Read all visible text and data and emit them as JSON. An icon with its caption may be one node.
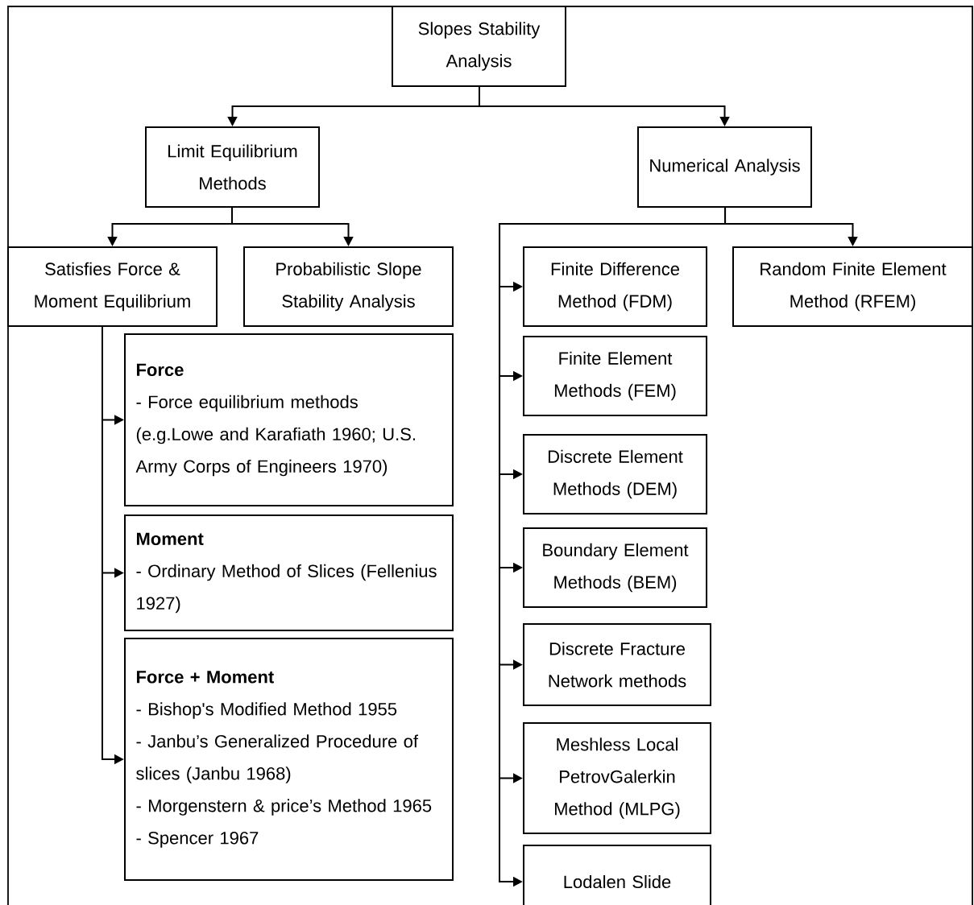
{
  "diagram": {
    "nodes": [
      {
        "text": [
          "Slopes Stability Analysis"
        ]
      },
      {
        "text": [
          "Limit Equilibrium Methods"
        ]
      },
      {
        "text": [
          "Numerical Analysis"
        ]
      },
      {
        "text": [
          "Satisfies Force & Moment Equilibrium"
        ]
      },
      {
        "text": [
          "Probabilistic Slope Stability Analysis"
        ]
      },
      {
        "text": [
          "Force",
          "- Force equilibrium methods (e.g.Lowe and Karafiath 1960; U.S. Army Corps of Engineers 1970)"
        ]
      },
      {
        "text": [
          "Moment",
          "- Ordinary Method of Slices (Fellenius 1927)"
        ]
      },
      {
        "text": [
          "Force + Moment",
          "- Bishop's Modified Method 1955",
          "- Janbu’s Generalized Procedure of slices (Janbu 1968)",
          "- Morgenstern & price’s Method 1965",
          "- Spencer 1967"
        ]
      },
      {
        "text": [
          "Finite Difference Method (FDM)"
        ]
      },
      {
        "text": [
          "Random Finite Element Method (RFEM)"
        ]
      },
      {
        "text": [
          "Finite Element Methods (FEM)"
        ]
      },
      {
        "text": [
          "Discrete Element Methods (DEM)"
        ]
      },
      {
        "text": [
          "Boundary Element Methods (BEM)"
        ]
      },
      {
        "text": [
          "Discrete Fracture Network methods"
        ]
      },
      {
        "text": [
          "Meshless Local PetrovGalerkin Method (MLPG)"
        ]
      },
      {
        "text": [
          "Lodalen Slide"
        ]
      }
    ],
    "edges": [
      {
        "from": 0,
        "to": 1,
        "arrow": "to"
      },
      {
        "from": 0,
        "to": 2,
        "arrow": "to"
      },
      {
        "from": 1,
        "to": 3,
        "arrow": "to"
      },
      {
        "from": 1,
        "to": 4,
        "arrow": "to"
      },
      {
        "from": 3,
        "to": 5,
        "arrow": "to"
      },
      {
        "from": 3,
        "to": 6,
        "arrow": "to"
      },
      {
        "from": 3,
        "to": 7,
        "arrow": "to"
      },
      {
        "from": 2,
        "to": 8,
        "arrow": "to"
      },
      {
        "from": 2,
        "to": 9,
        "arrow": "to"
      },
      {
        "from": 2,
        "to": 10,
        "arrow": "to"
      },
      {
        "from": 2,
        "to": 11,
        "arrow": "to"
      },
      {
        "from": 2,
        "to": 12,
        "arrow": "to"
      },
      {
        "from": 2,
        "to": 13,
        "arrow": "to"
      },
      {
        "from": 2,
        "to": 14,
        "arrow": "to"
      },
      {
        "from": 2,
        "to": 15,
        "arrow": "to"
      }
    ]
  }
}
